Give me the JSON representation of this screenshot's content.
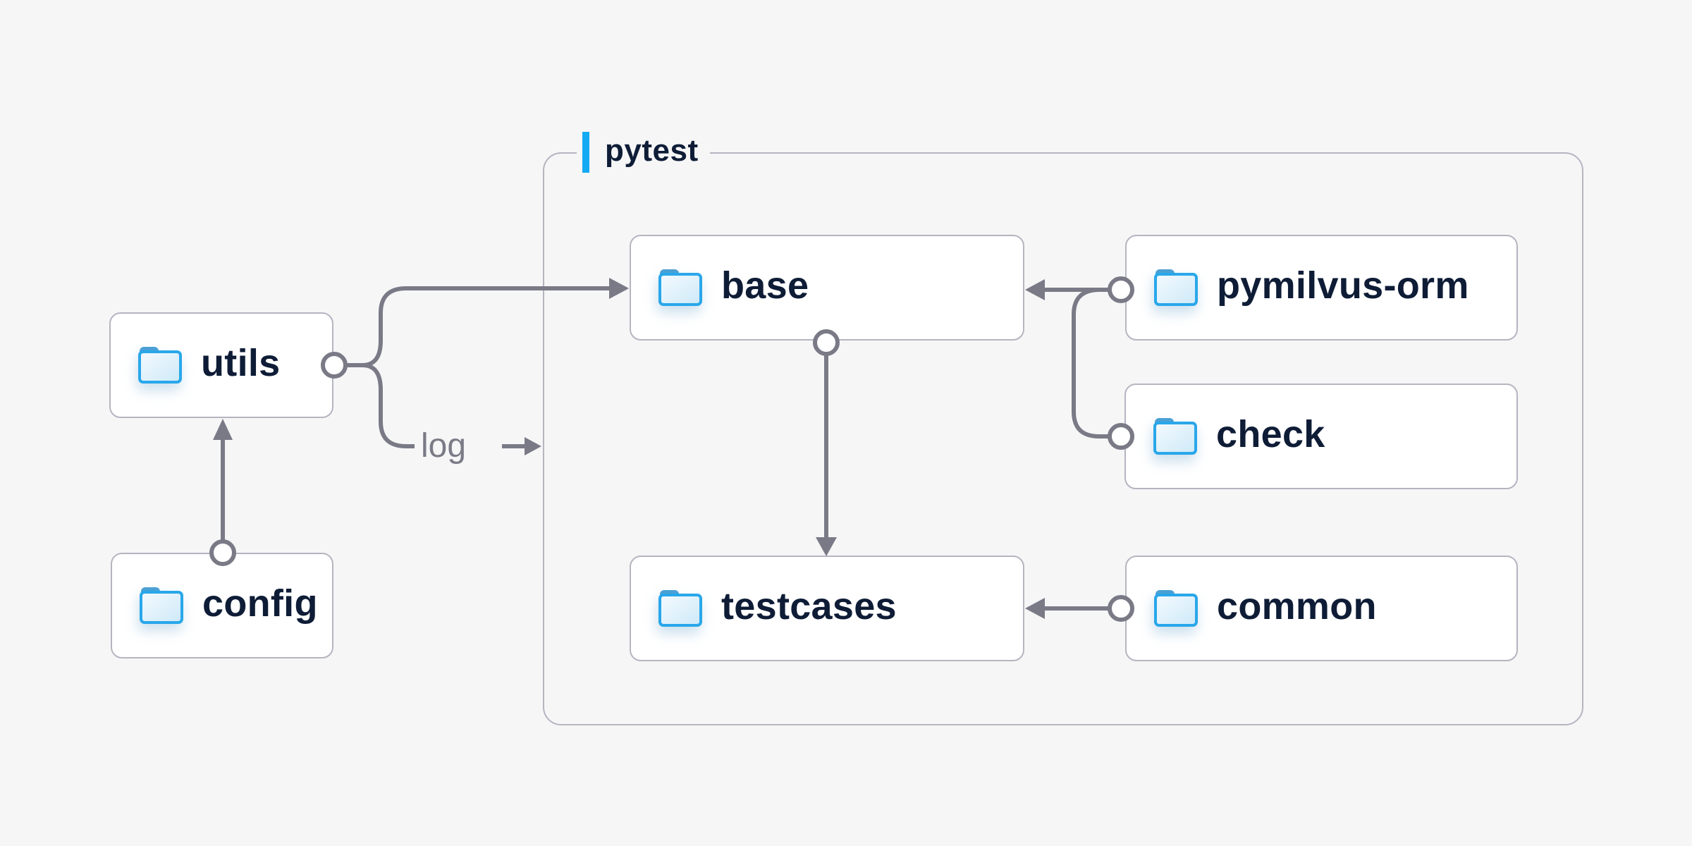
{
  "background_color": "#f6f6f7",
  "container": {
    "label": "pytest",
    "accent_bar_color": "#14a9f3",
    "border_color": "#b5b5c1"
  },
  "nodes": [
    {
      "id": "utils",
      "label": "utils",
      "icon": "folder-icon"
    },
    {
      "id": "config",
      "label": "config",
      "icon": "folder-icon"
    },
    {
      "id": "base",
      "label": "base",
      "icon": "folder-icon"
    },
    {
      "id": "pymilvus-orm",
      "label": "pymilvus-orm",
      "icon": "folder-icon"
    },
    {
      "id": "check",
      "label": "check",
      "icon": "folder-icon"
    },
    {
      "id": "testcases",
      "label": "testcases",
      "icon": "folder-icon"
    },
    {
      "id": "common",
      "label": "common",
      "icon": "folder-icon"
    }
  ],
  "edges": [
    {
      "from": "config",
      "to": "utils",
      "label": ""
    },
    {
      "from": "utils",
      "to": "base",
      "label": ""
    },
    {
      "from": "utils",
      "to": "pytest",
      "label": "log"
    },
    {
      "from": "pymilvus-orm",
      "to": "base",
      "label": ""
    },
    {
      "from": "check",
      "to": "base",
      "label": ""
    },
    {
      "from": "base",
      "to": "testcases",
      "label": ""
    },
    {
      "from": "common",
      "to": "testcases",
      "label": ""
    }
  ],
  "colors": {
    "node_text": "#0e1c36",
    "line": "#7a7a87",
    "box_border": "#b5b5c1",
    "node_bg": "#ffffff",
    "folder_border_blue": "#29a7ea",
    "folder_tab_blue": "#4aa0d4",
    "accent_blue": "#14a9f3",
    "muted_label_gray": "#7b7b87"
  }
}
